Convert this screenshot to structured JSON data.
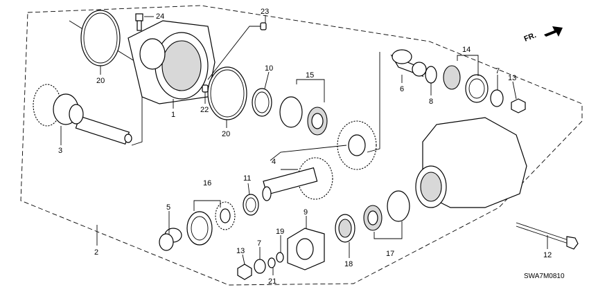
{
  "diagram": {
    "diagram_code": "SWA7M0810",
    "front_indicator": "FR.",
    "callouts": {
      "c1": "1",
      "c2": "2",
      "c3": "3",
      "c4": "4",
      "c5": "5",
      "c6": "6",
      "c7a": "7",
      "c7b": "7",
      "c8": "8",
      "c9": "9",
      "c10": "10",
      "c11": "11",
      "c12": "12",
      "c13a": "13",
      "c13b": "13",
      "c14": "14",
      "c15": "15",
      "c16": "16",
      "c17": "17",
      "c18": "18",
      "c19": "19",
      "c20a": "20",
      "c20b": "20",
      "c21": "21",
      "c22": "22",
      "c23": "23",
      "c24": "24"
    }
  }
}
